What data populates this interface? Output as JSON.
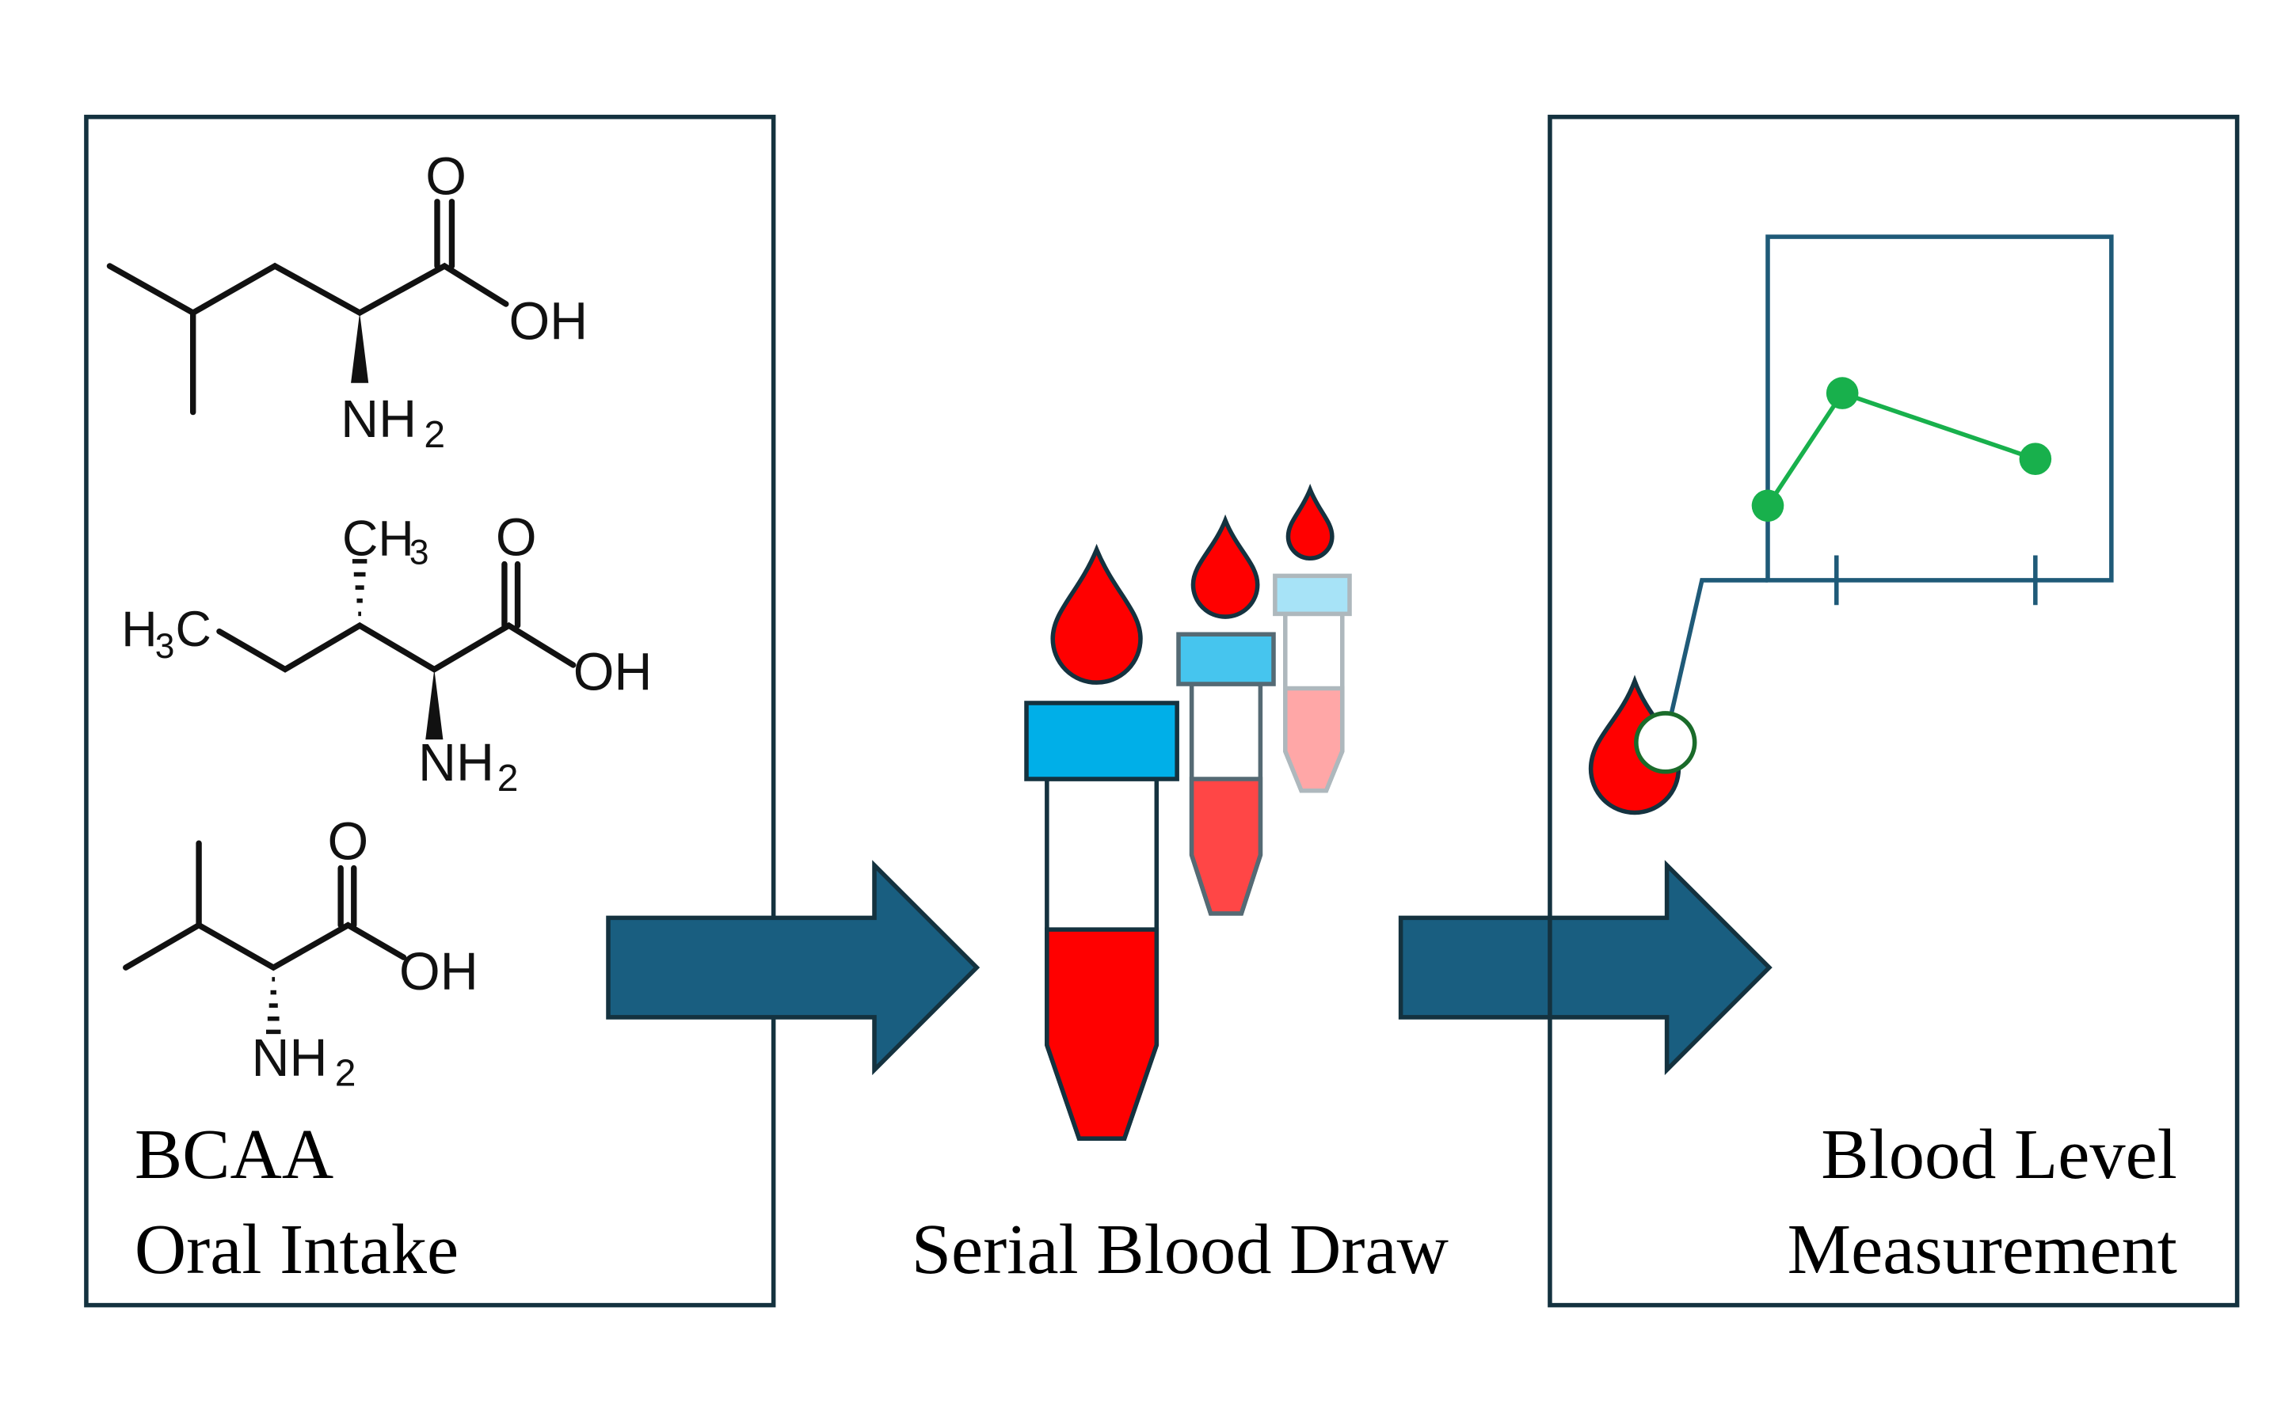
{
  "panels": {
    "left": {
      "caption_line1": "BCAA",
      "caption_line2": "Oral Intake",
      "molecules": [
        {
          "labels": {
            "o": "O",
            "oh": "OH",
            "nh": "NH",
            "sub": "2"
          }
        },
        {
          "labels": {
            "ch": "CH",
            "ch_sub": "3",
            "h3c_h": "H",
            "h3c_sub": "3",
            "h3c_c": "C",
            "o": "O",
            "oh": "OH",
            "nh": "NH",
            "sub": "2"
          }
        },
        {
          "labels": {
            "o": "O",
            "oh": "OH",
            "nh": "NH",
            "sub": "2"
          }
        }
      ]
    },
    "middle": {
      "caption": "Serial Blood Draw"
    },
    "right": {
      "caption_line1": "Blood Level",
      "caption_line2": "Measurement"
    }
  },
  "colors": {
    "frame": "#14323f",
    "arrow": "#195e80",
    "blood": "#ff0000",
    "cap": "#00afe8",
    "graph_frame": "#1f5a78",
    "graph_line": "#18b04c"
  },
  "icons": [
    "blood-drop-icon",
    "blood-tube-icon",
    "arrow-right-icon",
    "line-graph-icon"
  ]
}
